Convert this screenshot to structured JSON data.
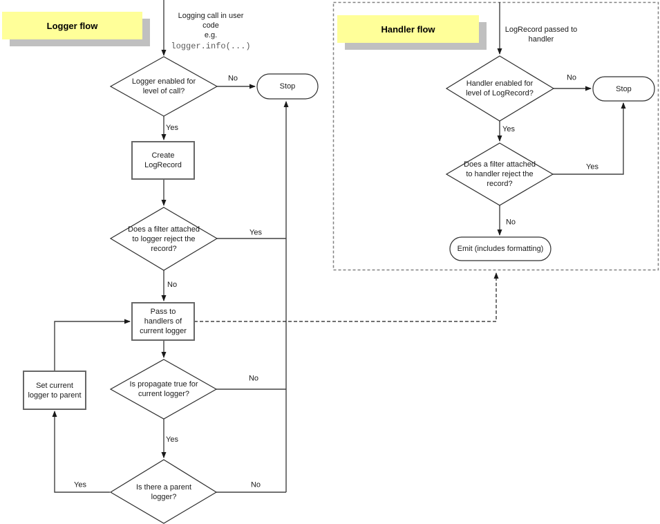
{
  "colors": {
    "background": "#FFFFFF",
    "note_yellow": "#FFFF99",
    "note_shadow": "#C0C0C0",
    "line": "#404040",
    "box_border": "#666666",
    "shape_border": "#2D2D2D",
    "panel_border": "#808080",
    "text": "#1A1A1A",
    "code_text": "#595959"
  },
  "logger": {
    "title": "Logger flow",
    "entry": "Logging call in user\ncode\ne.g.",
    "entry_code": "logger.info(...)",
    "nodes": {
      "level_check": "Logger enabled for\nlevel of call?",
      "stop": "Stop",
      "create_logrecord": "Create\nLogRecord",
      "filter_check": "Does a filter attached\nto logger reject the\nrecord?",
      "pass_to_handlers": "Pass to\nhandlers of\ncurrent logger",
      "propagate_check": "Is propagate true for\ncurrent logger?",
      "parent_check": "Is there a parent\nlogger?",
      "set_parent": "Set current\nlogger to parent"
    },
    "labels": {
      "level_no": "No",
      "level_yes": "Yes",
      "filter_yes": "Yes",
      "filter_no": "No",
      "propagate_no": "No",
      "propagate_yes": "Yes",
      "parent_yes": "Yes",
      "parent_no": "No"
    }
  },
  "handler": {
    "title": "Handler flow",
    "entry": "LogRecord passed to\nhandler",
    "nodes": {
      "level_check": "Handler enabled for\nlevel of LogRecord?",
      "stop": "Stop",
      "filter_check": "Does a filter attached\nto handler reject the\nrecord?",
      "emit": "Emit (includes formatting)"
    },
    "labels": {
      "level_no": "No",
      "level_yes": "Yes",
      "filter_yes": "Yes",
      "filter_no": "No"
    }
  }
}
